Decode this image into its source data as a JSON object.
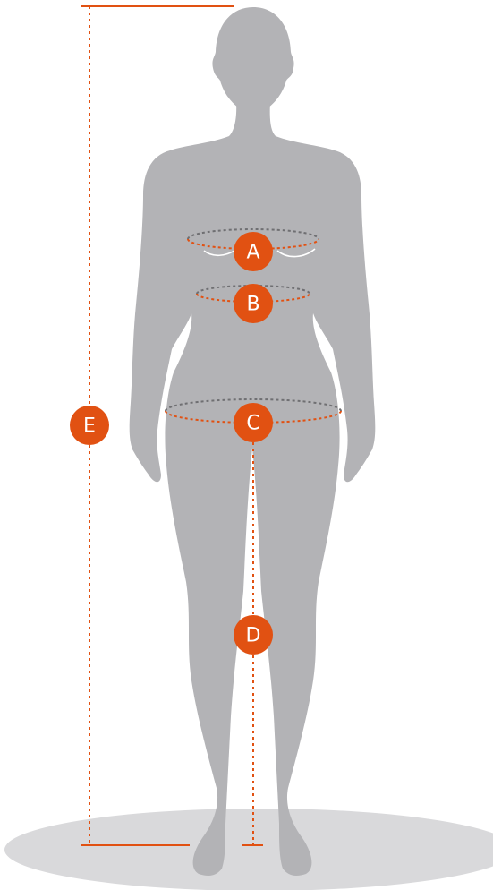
{
  "colors": {
    "figure": "#b3b3b6",
    "accent": "#e15112",
    "ground": "#d9d9db",
    "dashed_back": "#6f6f72"
  },
  "markers": {
    "a": "A",
    "b": "B",
    "c": "C",
    "d": "D",
    "e": "E"
  }
}
